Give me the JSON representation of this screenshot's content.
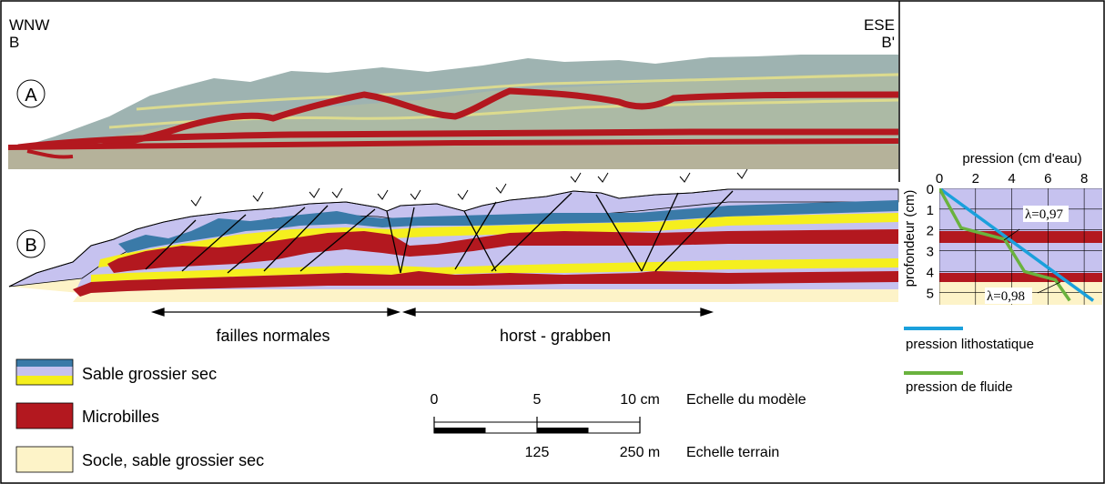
{
  "section": {
    "left_dir": "WNW",
    "left_label": "B",
    "right_dir": "ESE",
    "right_label": "B'"
  },
  "panels": {
    "a_label": "A",
    "b_label": "B"
  },
  "zones": {
    "normal_faults": "failles normales",
    "horst_graben": "horst - grabben"
  },
  "legend": {
    "items": [
      {
        "label": "Sable grossier sec",
        "colors": [
          "#3a7aa8",
          "#c6c2ef",
          "#f5ef1e"
        ]
      },
      {
        "label": "Microbilles",
        "colors": [
          "#b3181f"
        ]
      },
      {
        "label": "Socle, sable grossier sec",
        "colors": [
          "#fdf3c8"
        ]
      }
    ]
  },
  "scale": {
    "model_ticks": [
      "0",
      "5",
      "10 cm"
    ],
    "model_label": "Echelle du modèle",
    "field_ticks": [
      "125",
      "250 m"
    ],
    "field_label": "Echelle terrain"
  },
  "pressure_chart": {
    "x_title": "pression (cm d'eau)",
    "y_title": "profondeur (cm)",
    "x_ticks": [
      "0",
      "2",
      "4",
      "6",
      "8"
    ],
    "y_ticks": [
      "0",
      "1",
      "2",
      "3",
      "4",
      "5"
    ],
    "lambda_1": "λ=0,97",
    "lambda_2": "λ=0,98",
    "litho_legend": "pression lithostatique",
    "fluid_legend": "pression de fluide",
    "litho_color": "#1aa0dc",
    "fluid_color": "#6ab23e"
  },
  "chart_data": {
    "type": "line",
    "title": "",
    "xlabel": "pression (cm d'eau)",
    "ylabel": "profondeur (cm)",
    "xlim": [
      0,
      9
    ],
    "ylim": [
      5.6,
      0
    ],
    "series": [
      {
        "name": "pression lithostatique",
        "x": [
          0,
          8.5
        ],
        "y": [
          0,
          5.4
        ]
      },
      {
        "name": "pression de fluide",
        "x": [
          0,
          1.2,
          3.6,
          4.7,
          6.4,
          7.2
        ],
        "y": [
          0,
          1.9,
          2.45,
          4.0,
          4.4,
          5.4
        ]
      }
    ],
    "annotations": [
      "λ=0,97",
      "λ=0,98"
    ]
  }
}
